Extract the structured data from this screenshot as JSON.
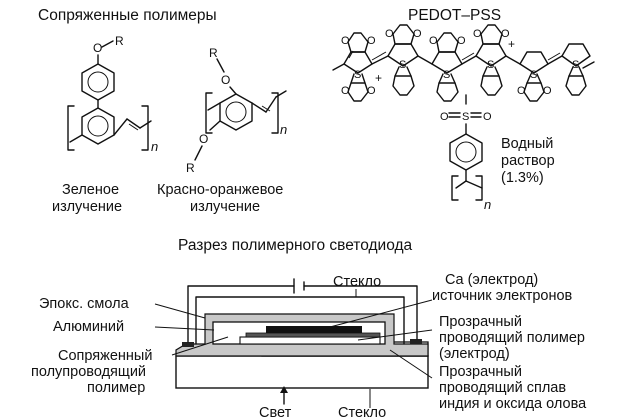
{
  "section_conjugated": {
    "title": "Сопряженные полимеры"
  },
  "polymer_green": {
    "substituent": "R",
    "oxygen": "O",
    "repeat": "n",
    "caption_line1": "Зеленое",
    "caption_line2": "излучение"
  },
  "polymer_orange": {
    "substituent_top": "R",
    "oxygen_top": "O",
    "oxygen_bottom": "O",
    "substituent_bottom": "R",
    "repeat": "n",
    "caption_line1": "Красно-оранжевое",
    "caption_line2": "излучение"
  },
  "pedot": {
    "title": "PEDOT–PSS",
    "sulfur": "S",
    "oxygen": "O",
    "charge": "+",
    "repeat": "n",
    "solution_line1": "Водный",
    "solution_line2": "раствор",
    "solution_line3": "(1.3%)"
  },
  "oled": {
    "title": "Разрез полимерного светодиода",
    "glass_top": "Стекло",
    "epoxy": "Эпокс. смола",
    "aluminum": "Алюминий",
    "semi_line1": "Сопряженный",
    "semi_line2": "полупроводящий",
    "semi_line3": "полимер",
    "ca_line1": "Ca (электрод)",
    "ca_line2": "источник электронов",
    "tp_line1": "Прозрачный",
    "tp_line2": "проводящий полимер",
    "tp_line3": "(электрод)",
    "ito_line1": "Прозрачный",
    "ito_line2": "проводящий сплав",
    "ito_line3": "индия и оксида олова",
    "light": "Свет",
    "glass_bottom": "Стекло"
  }
}
